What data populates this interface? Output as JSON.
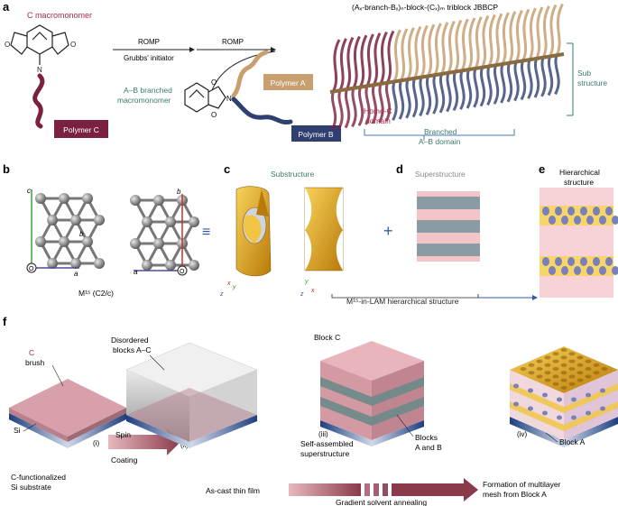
{
  "panel_labels": {
    "a": "a",
    "b": "b",
    "c": "c",
    "d": "d",
    "e": "e",
    "f": "f"
  },
  "panel_a": {
    "c_macromonomer": "C macromonomer",
    "romp1": "ROMP",
    "grubbs": "Grubbs' initiator",
    "romp2": "ROMP",
    "ab_branched_line1": "A–B branched",
    "ab_branched_line2": "macromonomer",
    "polymer_a": "Polymer A",
    "polymer_b": "Polymer B",
    "polymer_c": "Polymer C",
    "title": "(Aₓ-branch-Bₓ)ₙ-block-(Cₓ)ₘ triblock JBBCP",
    "sub_structure_line1": "Sub",
    "sub_structure_line2": "structure",
    "homo_c_line1": "Homo-C",
    "homo_c_line2": "domain",
    "branched_line1": "Branched",
    "branched_line2": "A–B domain"
  },
  "panel_b": {
    "axis_a": "a",
    "axis_b": "b",
    "axis_c": "c",
    "origin": "O",
    "axis_b2": "b",
    "axis_a2": "a",
    "origin2": "O",
    "label": "M¹⁵ (C2/c)"
  },
  "panel_c": {
    "title": "Substructure",
    "x": "x",
    "y": "y",
    "z": "z",
    "x2": "x",
    "y2": "y",
    "z2": "z"
  },
  "panel_d": {
    "title": "Superstructure",
    "plus": "+",
    "equiv": "≡",
    "caption": "M¹⁵-in-LAM hierarchical structure"
  },
  "panel_e": {
    "title_line1": "Hierarchical",
    "title_line2": "structure"
  },
  "panel_f": {
    "c_brush_line1": "C",
    "c_brush_line2": "brush",
    "si": "Si",
    "substrate_line1": "C-functionalized",
    "substrate_line2": "Si substrate",
    "step_i": "(i)",
    "step_ii": "(ii)",
    "spin": "Spin",
    "coating": "Coating",
    "disordered_line1": "Disordered",
    "disordered_line2": "blocks A–C",
    "block_c": "Block C",
    "step_iii": "(iii)",
    "self_assembled_line1": "Self-assembled",
    "self_assembled_line2": "superstructure",
    "blocks_ab_line1": "Blocks",
    "blocks_ab_line2": "A and B",
    "step_iv": "(iv)",
    "block_a": "Block A",
    "as_cast": "As-cast thin film",
    "gradient": "Gradient solvent annealing",
    "formation_line1": "Formation of multilayer",
    "formation_line2": "mesh from Block A"
  },
  "colors": {
    "polymer_a": "#c8a070",
    "polymer_b": "#2e3f70",
    "polymer_c": "#7a2040",
    "label_a": "#b8862e",
    "label_c": "#a52a45",
    "teal": "#3a7a6c",
    "pink_layer": "#f2c4c8",
    "gray_layer": "#8a9aa2",
    "gold": "#e8a818",
    "blue_axis": "#4a4aa0"
  }
}
